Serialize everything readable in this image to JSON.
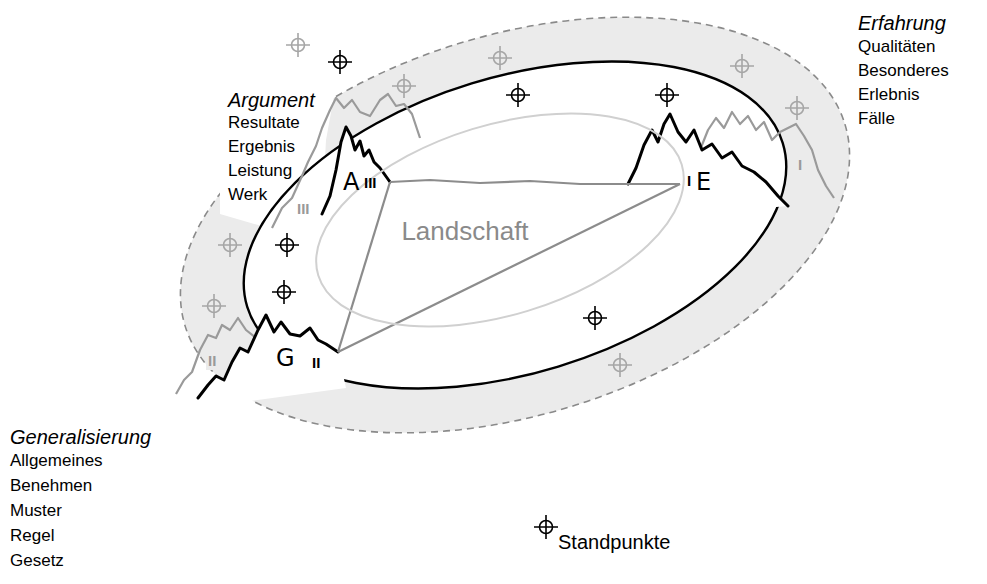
{
  "diagram": {
    "nodes": [
      {
        "text": [
          "Landschaft"
        ]
      }
    ],
    "labels": [
      "Argument",
      "Resultate",
      "Ergebnis",
      "Leistung",
      "Werk",
      "III",
      "A",
      "III",
      "Erfahrung",
      "Qualitäten",
      "Besonderes",
      "Erlebnis",
      "Fälle",
      "I",
      "E",
      "I",
      "II",
      "G",
      "II",
      "Generalisierung",
      "Allgemeines",
      "Benehmen",
      "Muster",
      "Regel",
      "Gesetz"
    ],
    "legend": [
      {
        "text": "Standpunkte"
      }
    ]
  }
}
